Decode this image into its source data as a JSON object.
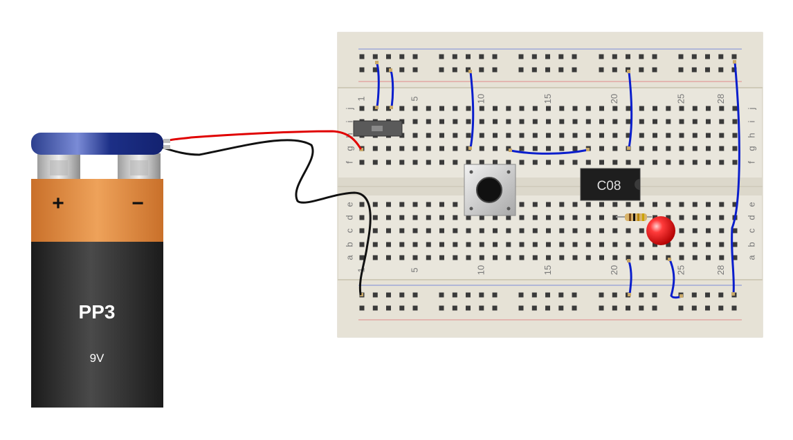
{
  "battery": {
    "model": "PP3",
    "voltage": "9V",
    "positive": "+",
    "negative": "−"
  },
  "breadboard": {
    "row_letters_top": [
      "j",
      "i",
      "h",
      "g",
      "f"
    ],
    "row_letters_bottom": [
      "e",
      "d",
      "c",
      "b",
      "a"
    ],
    "column_numbers": [
      "1",
      "5",
      "10",
      "15",
      "20",
      "25",
      "28"
    ]
  },
  "components": {
    "ic_label": "C08"
  },
  "colors": {
    "board": "#e9e6dc",
    "wire_jumper": "#0a1ecc",
    "wire_positive": "#e00000",
    "wire_negative": "#111111",
    "battery_orange": "#e08a3c",
    "battery_cap": "#1f3a9a",
    "led": "#ff2a2a"
  }
}
